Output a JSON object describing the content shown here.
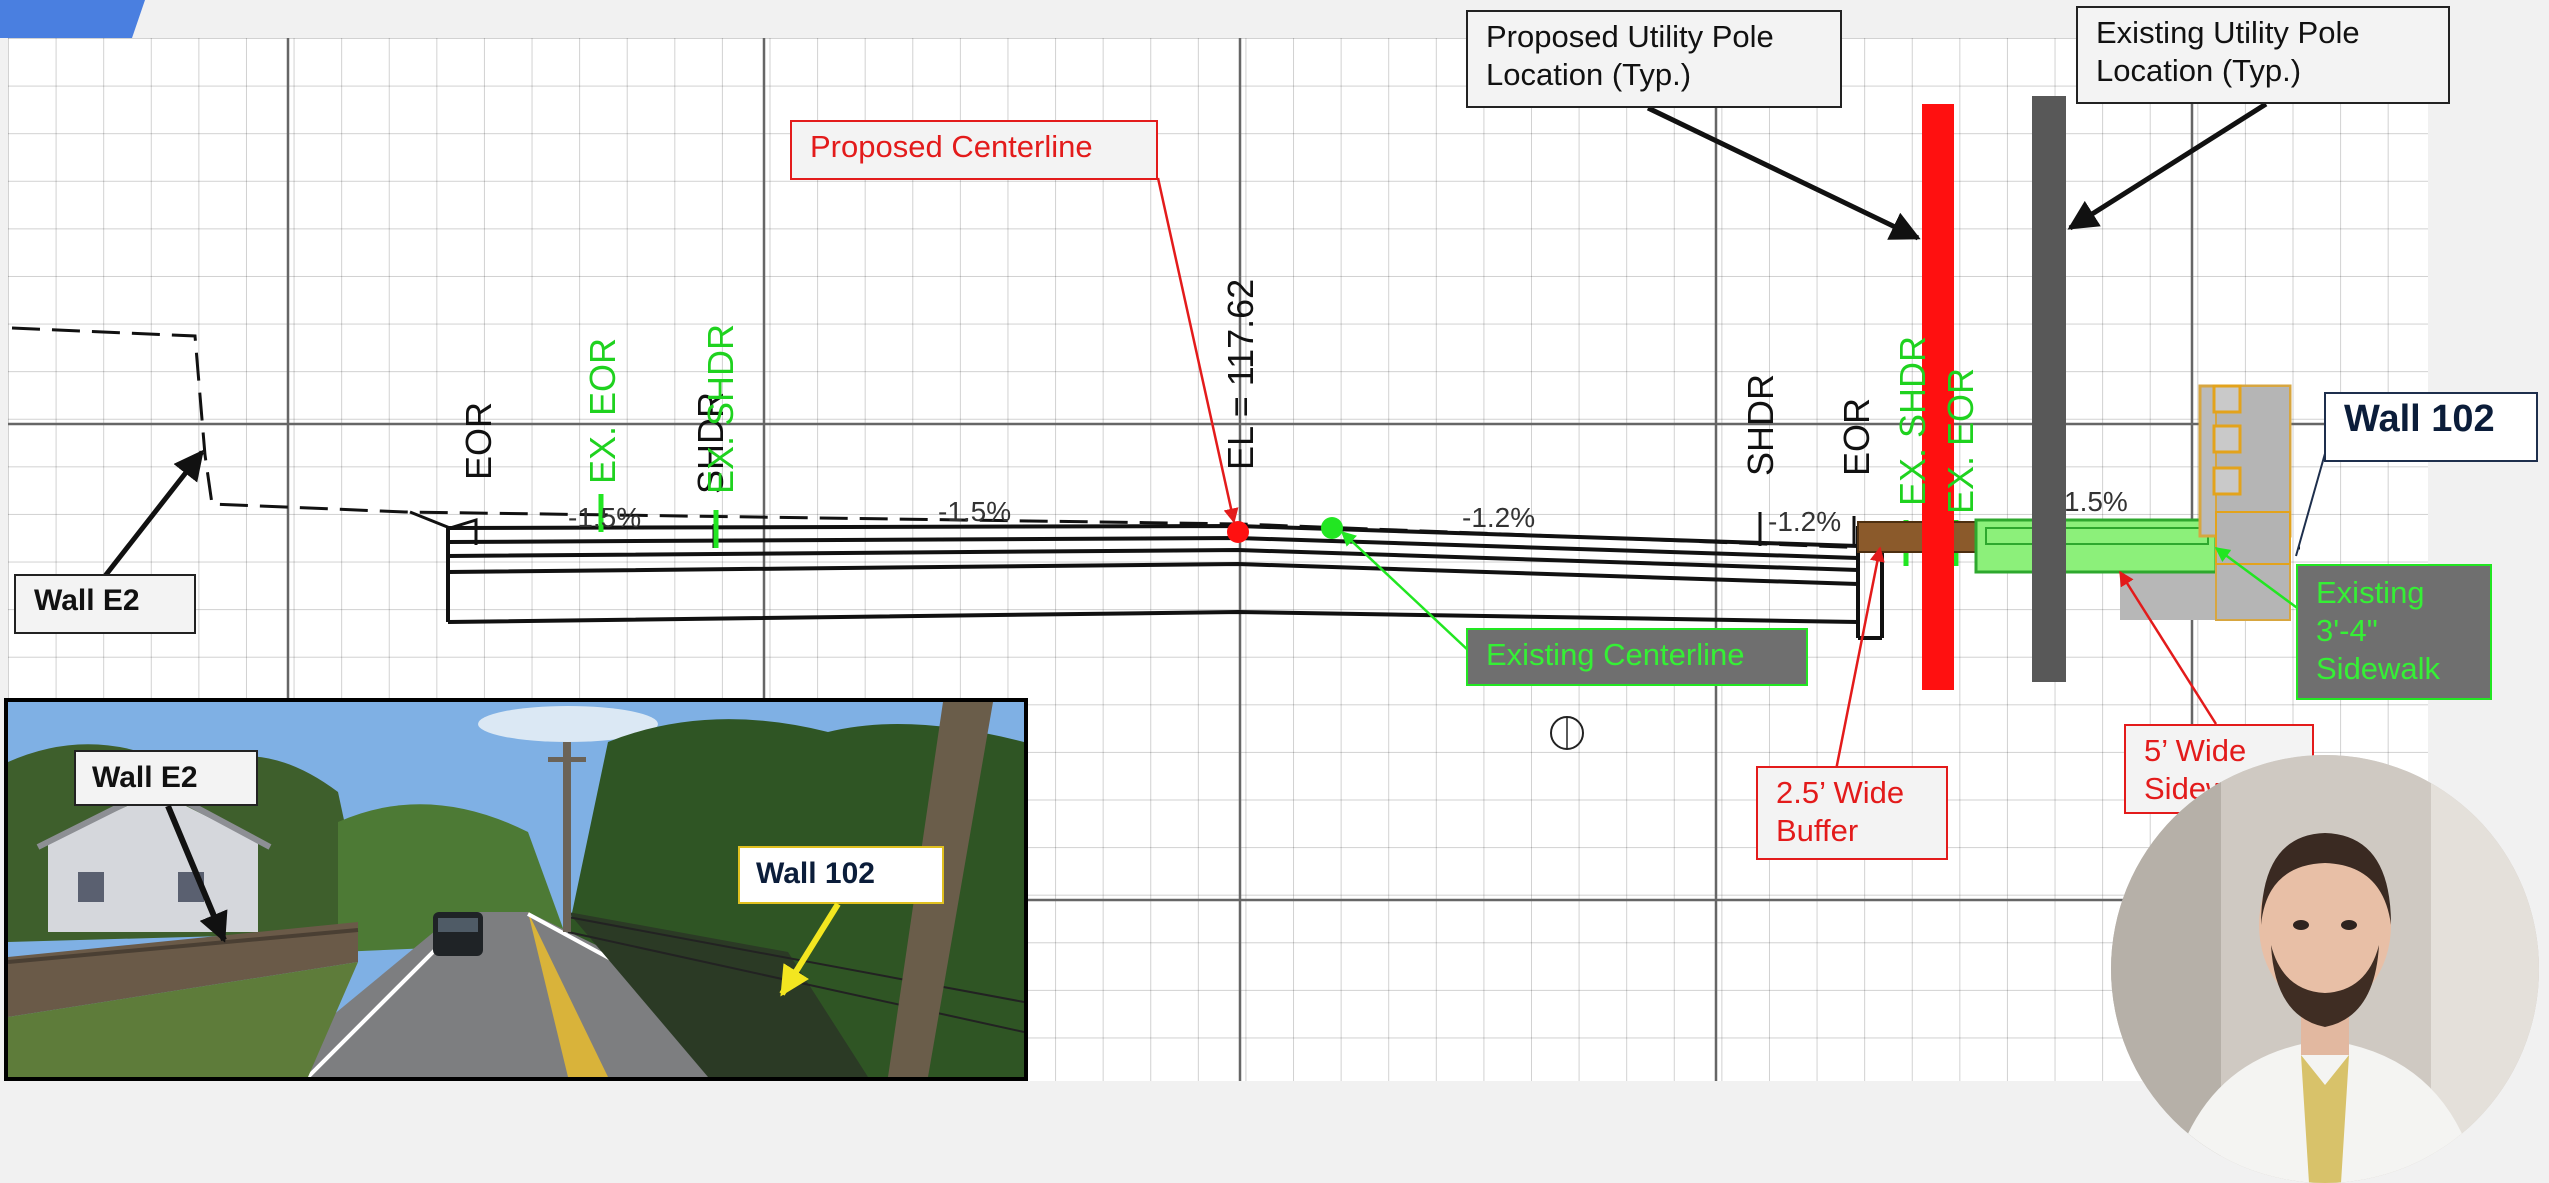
{
  "callouts": {
    "proposed_pole": "Proposed Utility Pole\nLocation (Typ.)",
    "existing_pole": "Existing Utility Pole\nLocation (Typ.)",
    "proposed_centerline": "Proposed Centerline",
    "existing_centerline": "Existing Centerline",
    "wall_e2": "Wall E2",
    "wall_102": "Wall 102",
    "existing_sidewalk": "Existing\n3'-4\"\nSidewalk",
    "buffer": "2.5’ Wide\nBuffer",
    "new_sidewalk": "5’ Wide\nSidew"
  },
  "section_labels": {
    "eor_left": "EOR",
    "ex_eor_left": "EX. EOR",
    "shdr_left": "SHDR",
    "ex_shdr_left": "EX. SHDR",
    "elevation": "EL = 117.62",
    "shdr_right": "SHDR",
    "eor_right": "EOR",
    "ex_shdr_right": "EX. SHDR",
    "ex_eor_right": "EX. EOR"
  },
  "slopes": {
    "left_shoulder": "-1.5%",
    "left_lane": "-1.5%",
    "right_lane": "-1.2%",
    "right_shoulder": "-1.2%",
    "sidewalk": "1.5%"
  },
  "photo": {
    "wall_e2": "Wall E2",
    "wall_102": "Wall 102"
  },
  "colors": {
    "proposed": "#e31b1b",
    "existing": "#22e622",
    "existing_pole": "#5a5a5a",
    "accent": "#4285f4"
  }
}
